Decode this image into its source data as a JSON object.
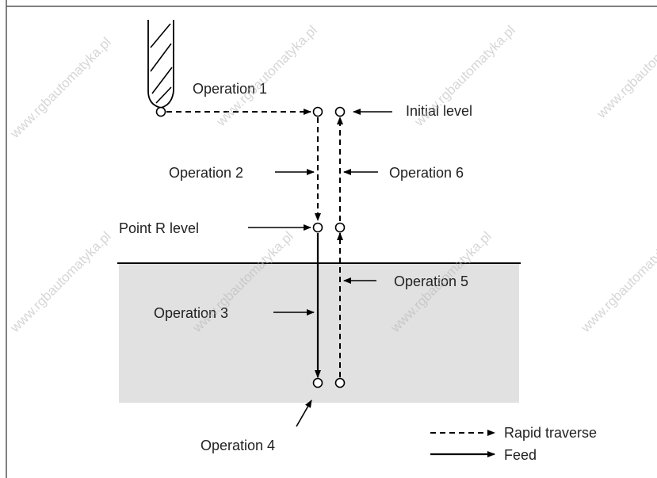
{
  "labels": {
    "op1": "Operation 1",
    "op2": "Operation 2",
    "op3": "Operation 3",
    "op4": "Operation 4",
    "op5": "Operation 5",
    "op6": "Operation 6",
    "initial_level": "Initial level",
    "point_r_level": "Point R level"
  },
  "legend": {
    "rapid": "Rapid traverse",
    "feed": "Feed"
  },
  "watermark": "www.rgbautomatyka.pl",
  "colors": {
    "workpiece_fill": "#e1e1e1",
    "line": "#000000",
    "text": "#222222"
  }
}
